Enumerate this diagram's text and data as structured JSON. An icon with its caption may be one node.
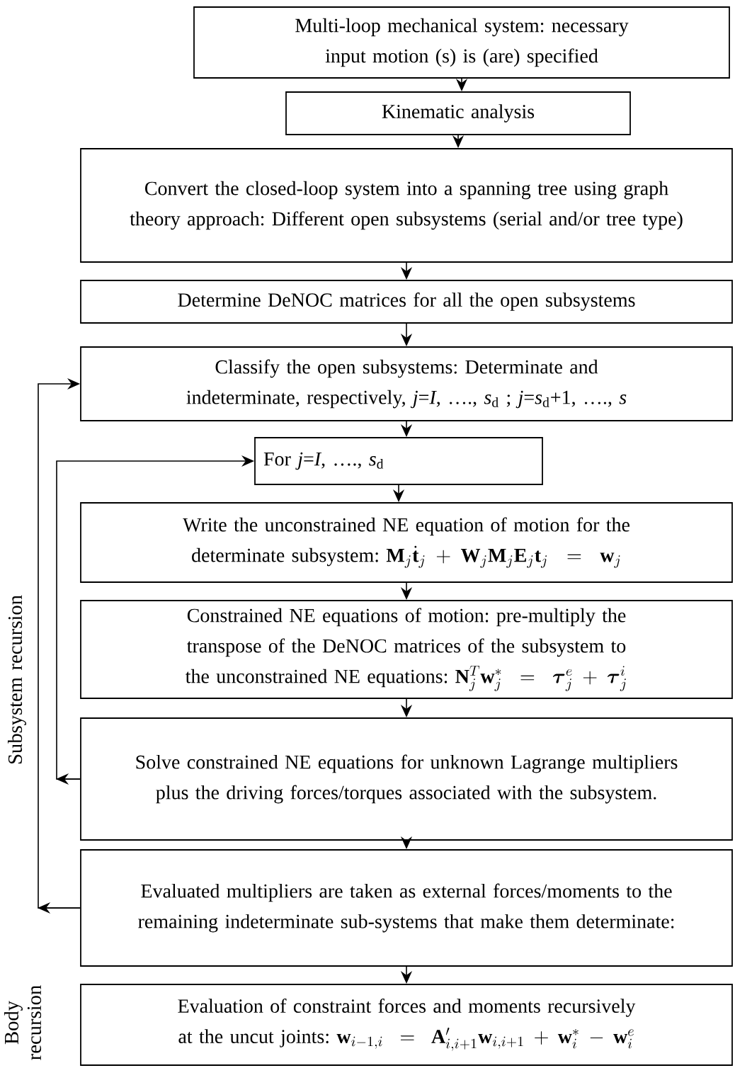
{
  "diagram": {
    "nodes": [
      {
        "text": [
          "Multi-loop mechanical system: necessary input motion (s) is (are) specified"
        ]
      },
      {
        "text": [
          "Kinematic analysis"
        ]
      },
      {
        "text": [
          "Convert the closed-loop system into a spanning tree using graph theory approach: Different open subsystems (serial and/or tree type)"
        ]
      },
      {
        "text": [
          "Determine DeNOC matrices for all the open subsystems"
        ]
      },
      {
        "text": [
          "Classify the open subsystems: Determinate and indeterminate, respectively, *j*=*I*, …., *s*$_{d}$  ; *j*=*s*$_{d}$+1, …., *s*"
        ]
      },
      {
        "text": [
          "For *j*=*I*, …., *s*$_{d}$"
        ]
      },
      {
        "text": [
          "Write the unconstrained NE equation of motion for the determinate subsystem:",
          "\\mathbf{M}_j\\dot{\\mathbf{t}}_j+\\mathbf{W}_j\\mathbf{M}_j\\mathbf{E}_j\\mathbf{t}_j=\\mathbf{w}_j"
        ]
      },
      {
        "text": [
          "Constrained NE equations of motion: pre-multiply the transpose of the DeNOC matrices of the subsystem to the unconstrained NE equations:",
          "\\mathbf{N}_j^T\\mathbf{w}_j^*=\\boldsymbol{\\tau}_j^e+\\boldsymbol{\\tau}_j^i"
        ]
      },
      {
        "text": [
          "Solve constrained NE equations for unknown Lagrange multipliers plus the driving forces/torques associated with the subsystem."
        ]
      },
      {
        "text": [
          "Evaluated multipliers are taken as external forces/moments to the remaining indeterminate sub-systems that make them determinate:"
        ]
      },
      {
        "text": [
          "Evaluation of constraint forces and moments recursively at the uncut joints:",
          "\\mathbf{w}_{i-1,i}=\\mathbf{A}'_{i,i+1}\\mathbf{w}_{i,i+1}+\\mathbf{w}_i^*-\\mathbf{w}_i^e"
        ]
      }
    ],
    "edges": [
      {
        "from": 0,
        "to": 1,
        "arrow": "to"
      },
      {
        "from": 1,
        "to": 2,
        "arrow": "to"
      },
      {
        "from": 2,
        "to": 3,
        "arrow": "to"
      },
      {
        "from": 3,
        "to": 4,
        "arrow": "to"
      },
      {
        "from": 4,
        "to": 5,
        "arrow": "to"
      },
      {
        "from": 5,
        "to": 6,
        "arrow": "to"
      },
      {
        "from": 6,
        "to": 7,
        "arrow": "to"
      },
      {
        "from": 7,
        "to": 8,
        "arrow": "to"
      },
      {
        "from": 8,
        "to": 9,
        "arrow": "to"
      },
      {
        "from": 9,
        "to": 10,
        "arrow": "to"
      },
      {
        "from": 8,
        "to": 5,
        "arrow": "to"
      },
      {
        "from": 9,
        "to": 4,
        "arrow": "to"
      }
    ],
    "labels": [
      "Subsystem recursion",
      "Body recursion"
    ]
  }
}
